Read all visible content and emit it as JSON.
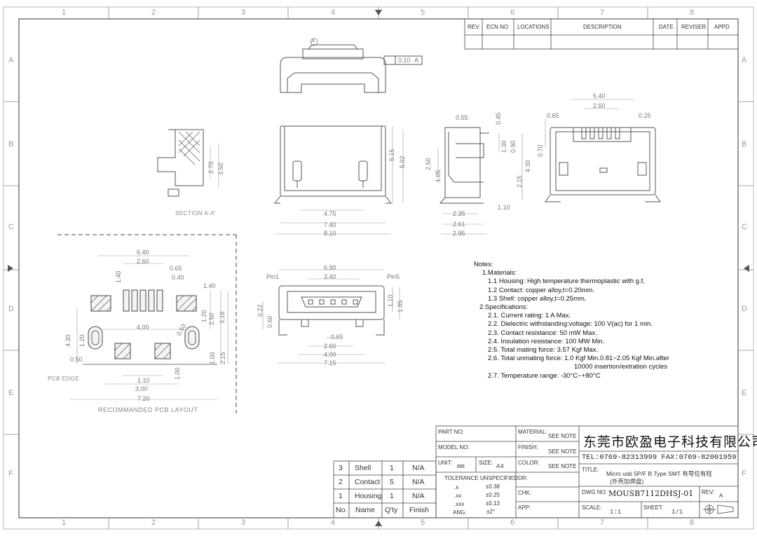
{
  "zones": {
    "columns": [
      "1",
      "2",
      "3",
      "4",
      "5",
      "6",
      "7",
      "8"
    ],
    "rows": [
      "A",
      "B",
      "C",
      "D",
      "E",
      "F"
    ]
  },
  "revision_table": {
    "headers": [
      "REV.",
      "ECN NO",
      "LOCATIONS",
      "DESCRIPTION",
      "DATE",
      "REVISER",
      "APPD"
    ]
  },
  "views": {
    "section_label": "SECTION A-A'",
    "pcb_layout_label": "RECOMMANDED PCB LAYOUT",
    "pcb_edge_label": "PCB EDGE",
    "datum_a": "A",
    "flatness": "0.10",
    "flatness_datum": "A",
    "pin1": "Pin1",
    "pin5": "Pin5"
  },
  "dimensions": {
    "front": {
      "w1": "4.75",
      "w2": "7.40",
      "w3": "8.10",
      "h1": "5.15",
      "h2": "5.02"
    },
    "section": {
      "h1": "2.70",
      "h2": "3.50"
    },
    "side": {
      "d1": "0.55",
      "d2": "0.45",
      "h1": "1.30",
      "h2": "0.90",
      "h3": "2.50",
      "h4": "1.05",
      "h5": "2.15",
      "h6": "4.30",
      "d3": "1.10",
      "w1": "2.35",
      "w2": "2.61",
      "w3": "2.95"
    },
    "right": {
      "w1": "5.40",
      "w2": "2.60",
      "l1": "0.65",
      "r1": "0.25",
      "h1": "0.70"
    },
    "bottom": {
      "w1": "6.90",
      "w2": "3.40",
      "h1": "0.22",
      "h2": "0.60",
      "h3": "1.10",
      "h4": "1.85",
      "b1": "0.65",
      "b2": "2.60",
      "b3": "4.00",
      "b4": "7.15"
    },
    "pcb": {
      "w1": "6.40",
      "w2": "2.60",
      "l1": "1.40",
      "l2": "0.65",
      "l3": "0.40",
      "r1": "1.40",
      "c1": "4.00",
      "r2": "1.20",
      "r3": "2.50",
      "r4": "3.16",
      "dia": "0.50",
      "h1": "4.30",
      "h2": "1.20",
      "e1": "0.50",
      "v1": "1.00",
      "v2": "2.15",
      "v3": "1.00",
      "b1": "1.10",
      "b2": "3.00",
      "b3": "7.20"
    }
  },
  "notes": {
    "title": "Notes:",
    "lines": [
      "1.Materials:",
      "1.1 Housing: High temperature thermoplastic with g.f,",
      "1.2 Contact: copper alloy,t=0.20mm.",
      "1.3 Shell: copper alloy,t=0.25mm.",
      "2.Specifications:",
      "2.1. Current rating: 1 A Max.",
      "2.2. Dielectric withstanding:voltage: 100 V(ac) for 1 min.",
      "2.3. Contact resistance: 50 mW Max.",
      "2.4. Insulation resistance: 100 MW Min.",
      "2.5. Total mating force: 3.57 Kgf Max.",
      "2.6. Total unmating force: 1.0 Kgf Min.0.81~2.05 Kgf Min.after",
      "10000 insertion/extration cycles",
      "2.7. Temperature range: -30°C~+80°C"
    ]
  },
  "bom": {
    "rows": [
      {
        "no": "3",
        "name": "Shell",
        "qty": "1",
        "finish": "N/A"
      },
      {
        "no": "2",
        "name": "Contact",
        "qty": "5",
        "finish": "N/A"
      },
      {
        "no": "1",
        "name": "Housing",
        "qty": "1",
        "finish": "N/A"
      }
    ],
    "headers": {
      "no": "No.",
      "name": "Name",
      "qty": "Q'ty",
      "finish": "Finish"
    }
  },
  "title_block": {
    "part_no_label": "PART NO:",
    "model_no_label": "MODEL NO:",
    "unit_label": "UNIT:",
    "unit": "mm",
    "size_label": "SIZE:",
    "size": "A4",
    "tolerance_title": "TOLERANCE  UNSPECIFIED",
    "tolerances": [
      {
        "k": ".x",
        "v": "±0.38"
      },
      {
        "k": ".xx",
        "v": "±0.25"
      },
      {
        "k": ".xxx",
        "v": "±0.13"
      },
      {
        "k": "ANG.",
        "v": "±2°"
      }
    ],
    "material_label": "MATERIAL:",
    "material": "SEE NOTE",
    "finish_label": "FINISH:",
    "finish": "SEE NOTE",
    "color_label": "COLOR:",
    "color": "SEE NOTE",
    "dr_label": "DR:",
    "chk_label": "CHK:",
    "app_label": "APP:",
    "company": "东莞市欧盈电子科技有限公司",
    "contact": "TEL:0769-82313999 FAX:0769-82001959",
    "title_label": "TITLE:",
    "title_line1": "Micro usb 5P/F B Type SMT  有导位有柱",
    "title_line2": "(外壳加焊盘)",
    "dwg_label": "DWG NO:",
    "dwg_no": "MOUSB7112DHSJ-01",
    "rev_label": "REV:",
    "rev": "A",
    "scale_label": "SCALE:",
    "scale": "1:1",
    "sheet_label": "SHEET:",
    "sheet": "1/1"
  }
}
